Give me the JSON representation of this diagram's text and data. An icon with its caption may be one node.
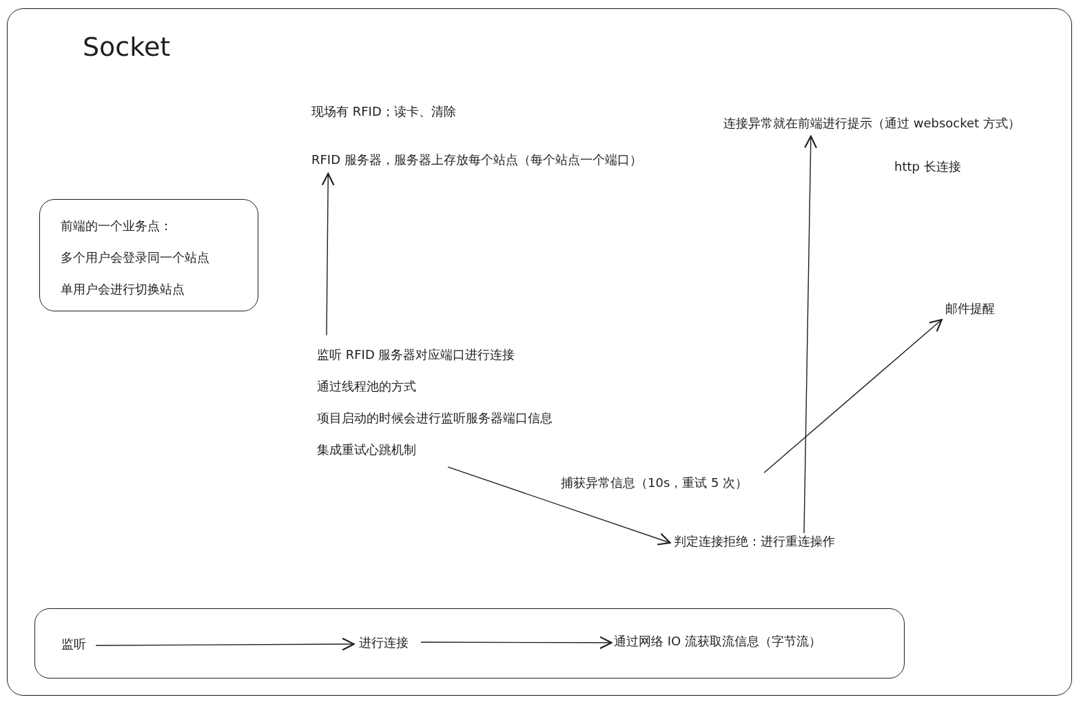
{
  "diagram": {
    "title": "Socket",
    "nodes": [
      {
        "text": [
          "现场有 RFID；读卡、清除",
          "RFID 服务器，服务器上存放每个站点（每个站点一个端口）"
        ]
      },
      {
        "text": [
          "前端的一个业务点：",
          "多个用户会登录同一个站点",
          "单用户会进行切换站点"
        ]
      },
      {
        "text": [
          "监听 RFID 服务器对应端口进行连接",
          "通过线程池的方式",
          "项目启动的时候会进行监听服务器端口信息",
          "集成重试心跳机制"
        ]
      },
      {
        "text": [
          "捕获异常信息（10s，重试 5 次）"
        ]
      },
      {
        "text": [
          "判定连接拒绝：进行重连操作"
        ]
      },
      {
        "text": [
          "连接异常就在前端进行提示（通过 websocket 方式）"
        ],
        "beside": [
          "http 长连接"
        ]
      },
      {
        "text": [
          "邮件提醒"
        ]
      },
      {
        "text": [],
        "shape": "box"
      },
      {
        "text": [
          "监听"
        ],
        "in": 7
      },
      {
        "text": [
          "进行连接"
        ],
        "in": 7
      },
      {
        "text": [
          "通过网络 IO 流获取流信息（字节流）"
        ],
        "in": 7
      }
    ],
    "edges": [
      {
        "from": 2,
        "to": 0,
        "arrow": "to"
      },
      {
        "from": 2,
        "to": 4,
        "arrow": "to"
      },
      {
        "from": 3,
        "to": 6,
        "arrow": "to"
      },
      {
        "from": 4,
        "to": 5,
        "arrow": "to"
      },
      {
        "from": 8,
        "to": 9,
        "arrow": "to"
      },
      {
        "from": 9,
        "to": 10,
        "arrow": "to"
      }
    ]
  }
}
